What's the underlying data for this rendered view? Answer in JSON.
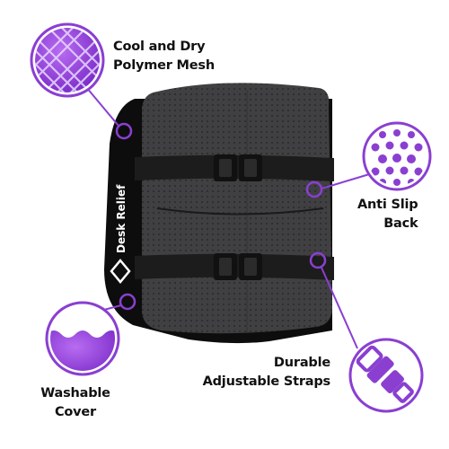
{
  "brand": {
    "logo_text": "Desk Relief"
  },
  "colors": {
    "accent": "#8a3fd1",
    "accent_light": "#c59af0",
    "cushion": "#3b3b3d",
    "strap": "#1c1c1c"
  },
  "callouts": {
    "mesh": {
      "line1": "Cool and Dry",
      "line2": "Polymer Mesh",
      "icon": "mesh-texture-icon"
    },
    "anti_slip": {
      "line1": "Anti Slip",
      "line2": "Back",
      "icon": "dots-texture-icon"
    },
    "straps": {
      "line1": "Durable",
      "line2": "Adjustable Straps",
      "icon": "buckle-icon"
    },
    "washable": {
      "line1": "Washable",
      "line2": "Cover",
      "icon": "water-wave-icon"
    }
  }
}
